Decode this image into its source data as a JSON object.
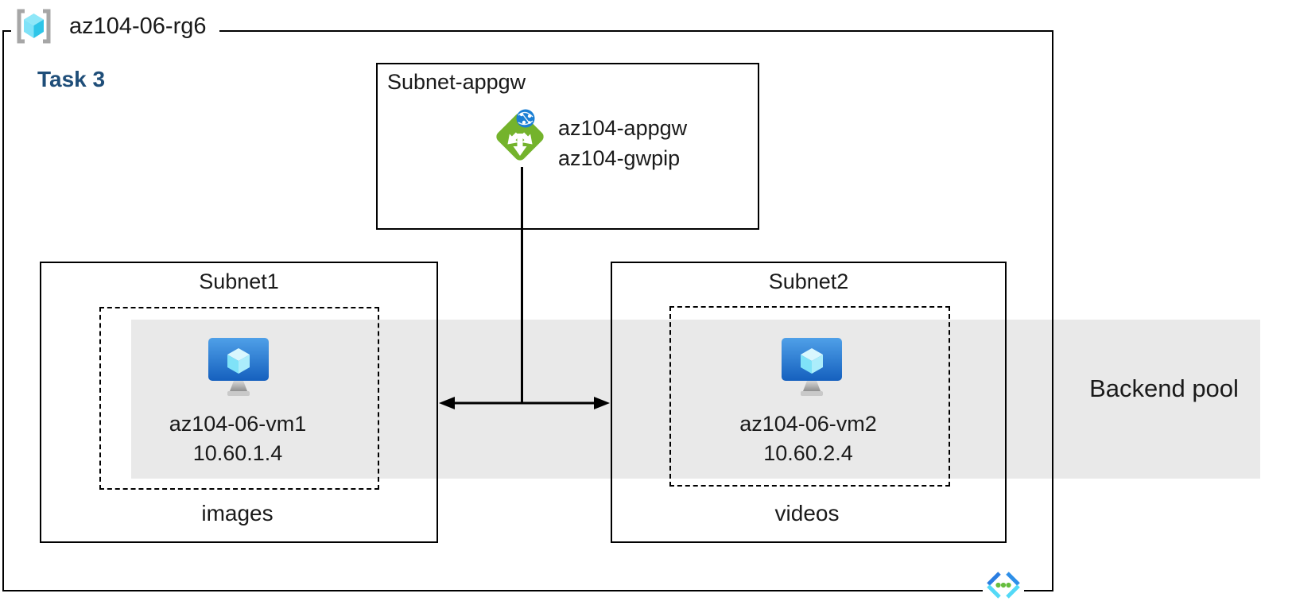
{
  "diagram": {
    "resource_group": "az104-06-rg6",
    "task": "Task 3",
    "appgw_subnet": {
      "title": "Subnet-appgw",
      "gateway_name": "az104-appgw",
      "public_ip_name": "az104-gwpip"
    },
    "subnet1": {
      "title": "Subnet1",
      "vm_name": "az104-06-vm1",
      "vm_ip": "10.60.1.4",
      "caption": "images"
    },
    "subnet2": {
      "title": "Subnet2",
      "vm_name": "az104-06-vm2",
      "vm_ip": "10.60.2.4",
      "caption": "videos"
    },
    "backend_pool_label": "Backend pool"
  },
  "icons": {
    "resource_group": "resource-group-icon",
    "application_gateway": "application-gateway-icon",
    "virtual_machine": "virtual-machine-icon",
    "virtual_network": "virtual-network-icon"
  },
  "colors": {
    "task_label": "#1F4E79",
    "backend_band": "#E9E9E9",
    "line_black": "#000000",
    "text_dark": "#1A1A1A",
    "appgw_green": "#74B32C",
    "globe_blue": "#1B7FD4",
    "vm_screen_top": "#4FA0E8",
    "vm_screen_bottom": "#1560BE",
    "cube_cyan_light": "#D9F7FE",
    "cube_cyan_mid": "#7FE2F8",
    "cube_cyan_dark": "#2EC5E8",
    "bracket_gray": "#A6A6A6",
    "vnet_blue": "#2A7DE1",
    "vnet_cyan": "#53D9F7",
    "vnet_dot_green": "#66BD3E"
  }
}
